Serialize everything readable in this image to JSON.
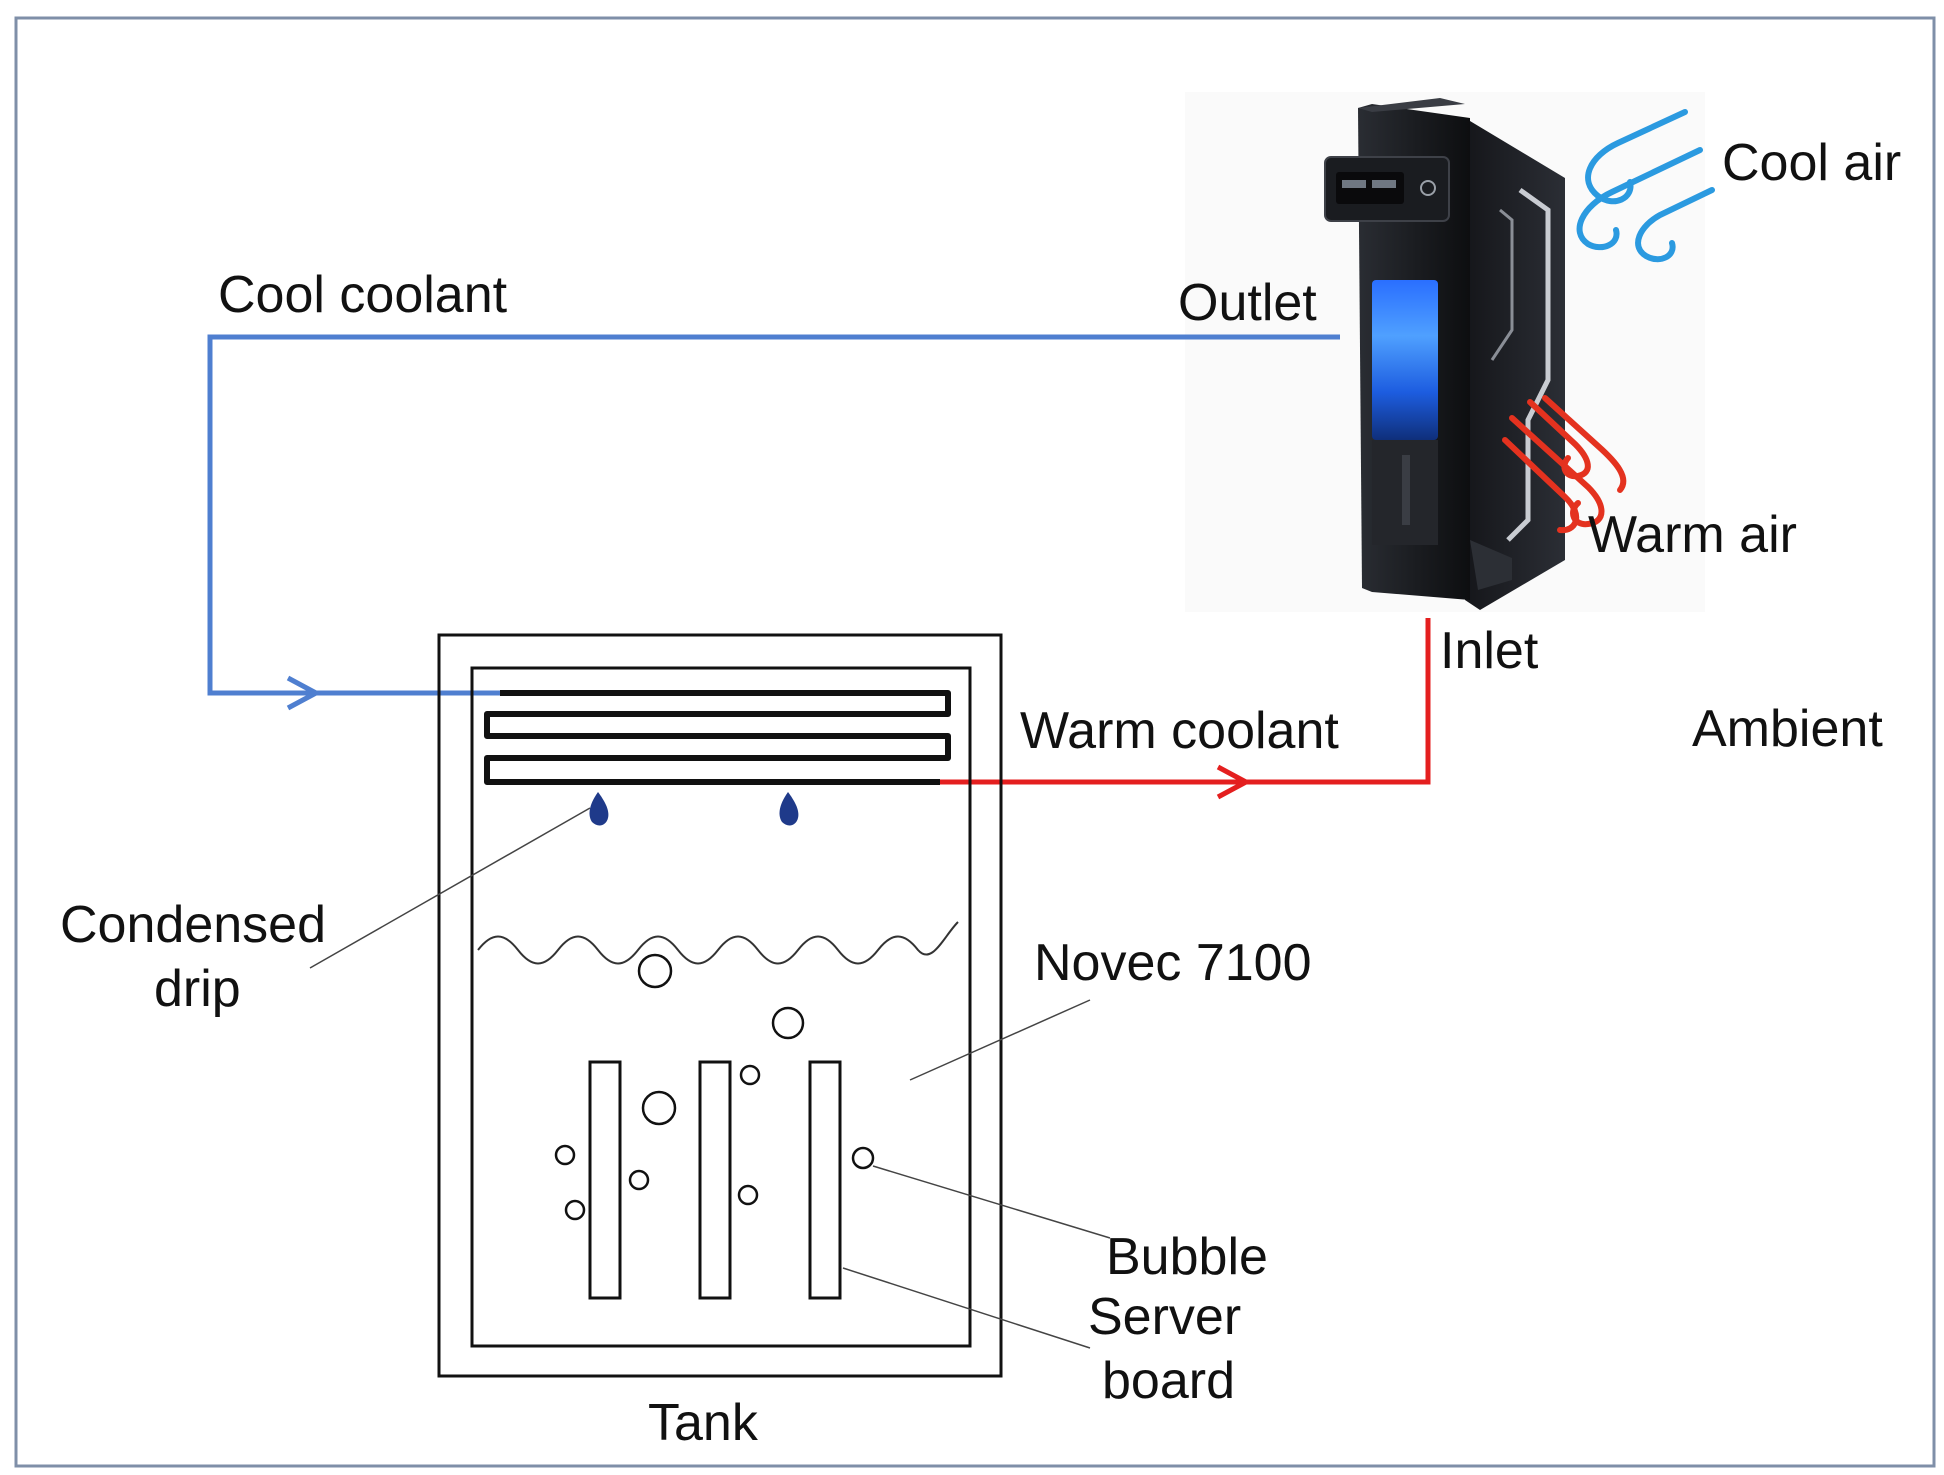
{
  "labels": {
    "cool_coolant": "Cool coolant",
    "outlet": "Outlet",
    "cool_air": "Cool air",
    "warm_air": "Warm air",
    "inlet": "Inlet",
    "warm_coolant": "Warm coolant",
    "ambient": "Ambient",
    "condensed_line1": "Condensed",
    "condensed_line2": "drip",
    "novec": "Novec 7100",
    "bubble": "Bubble",
    "server_line1": "Server",
    "server_line2": "board",
    "tank": "Tank"
  },
  "icons": {
    "cool_air": "wind-icon",
    "warm_air": "wind-icon",
    "heat_exchanger": "radiator-unit-icon",
    "drip": "droplet-icon"
  },
  "colors": {
    "cool_pipe": "#4f7fd0",
    "warm_pipe": "#e41f1f",
    "cool_air": "#2b9ae0",
    "warm_air": "#e4321f",
    "drop": "#1f3a8a",
    "frame": "#7f8fa8",
    "outline": "#111111"
  }
}
